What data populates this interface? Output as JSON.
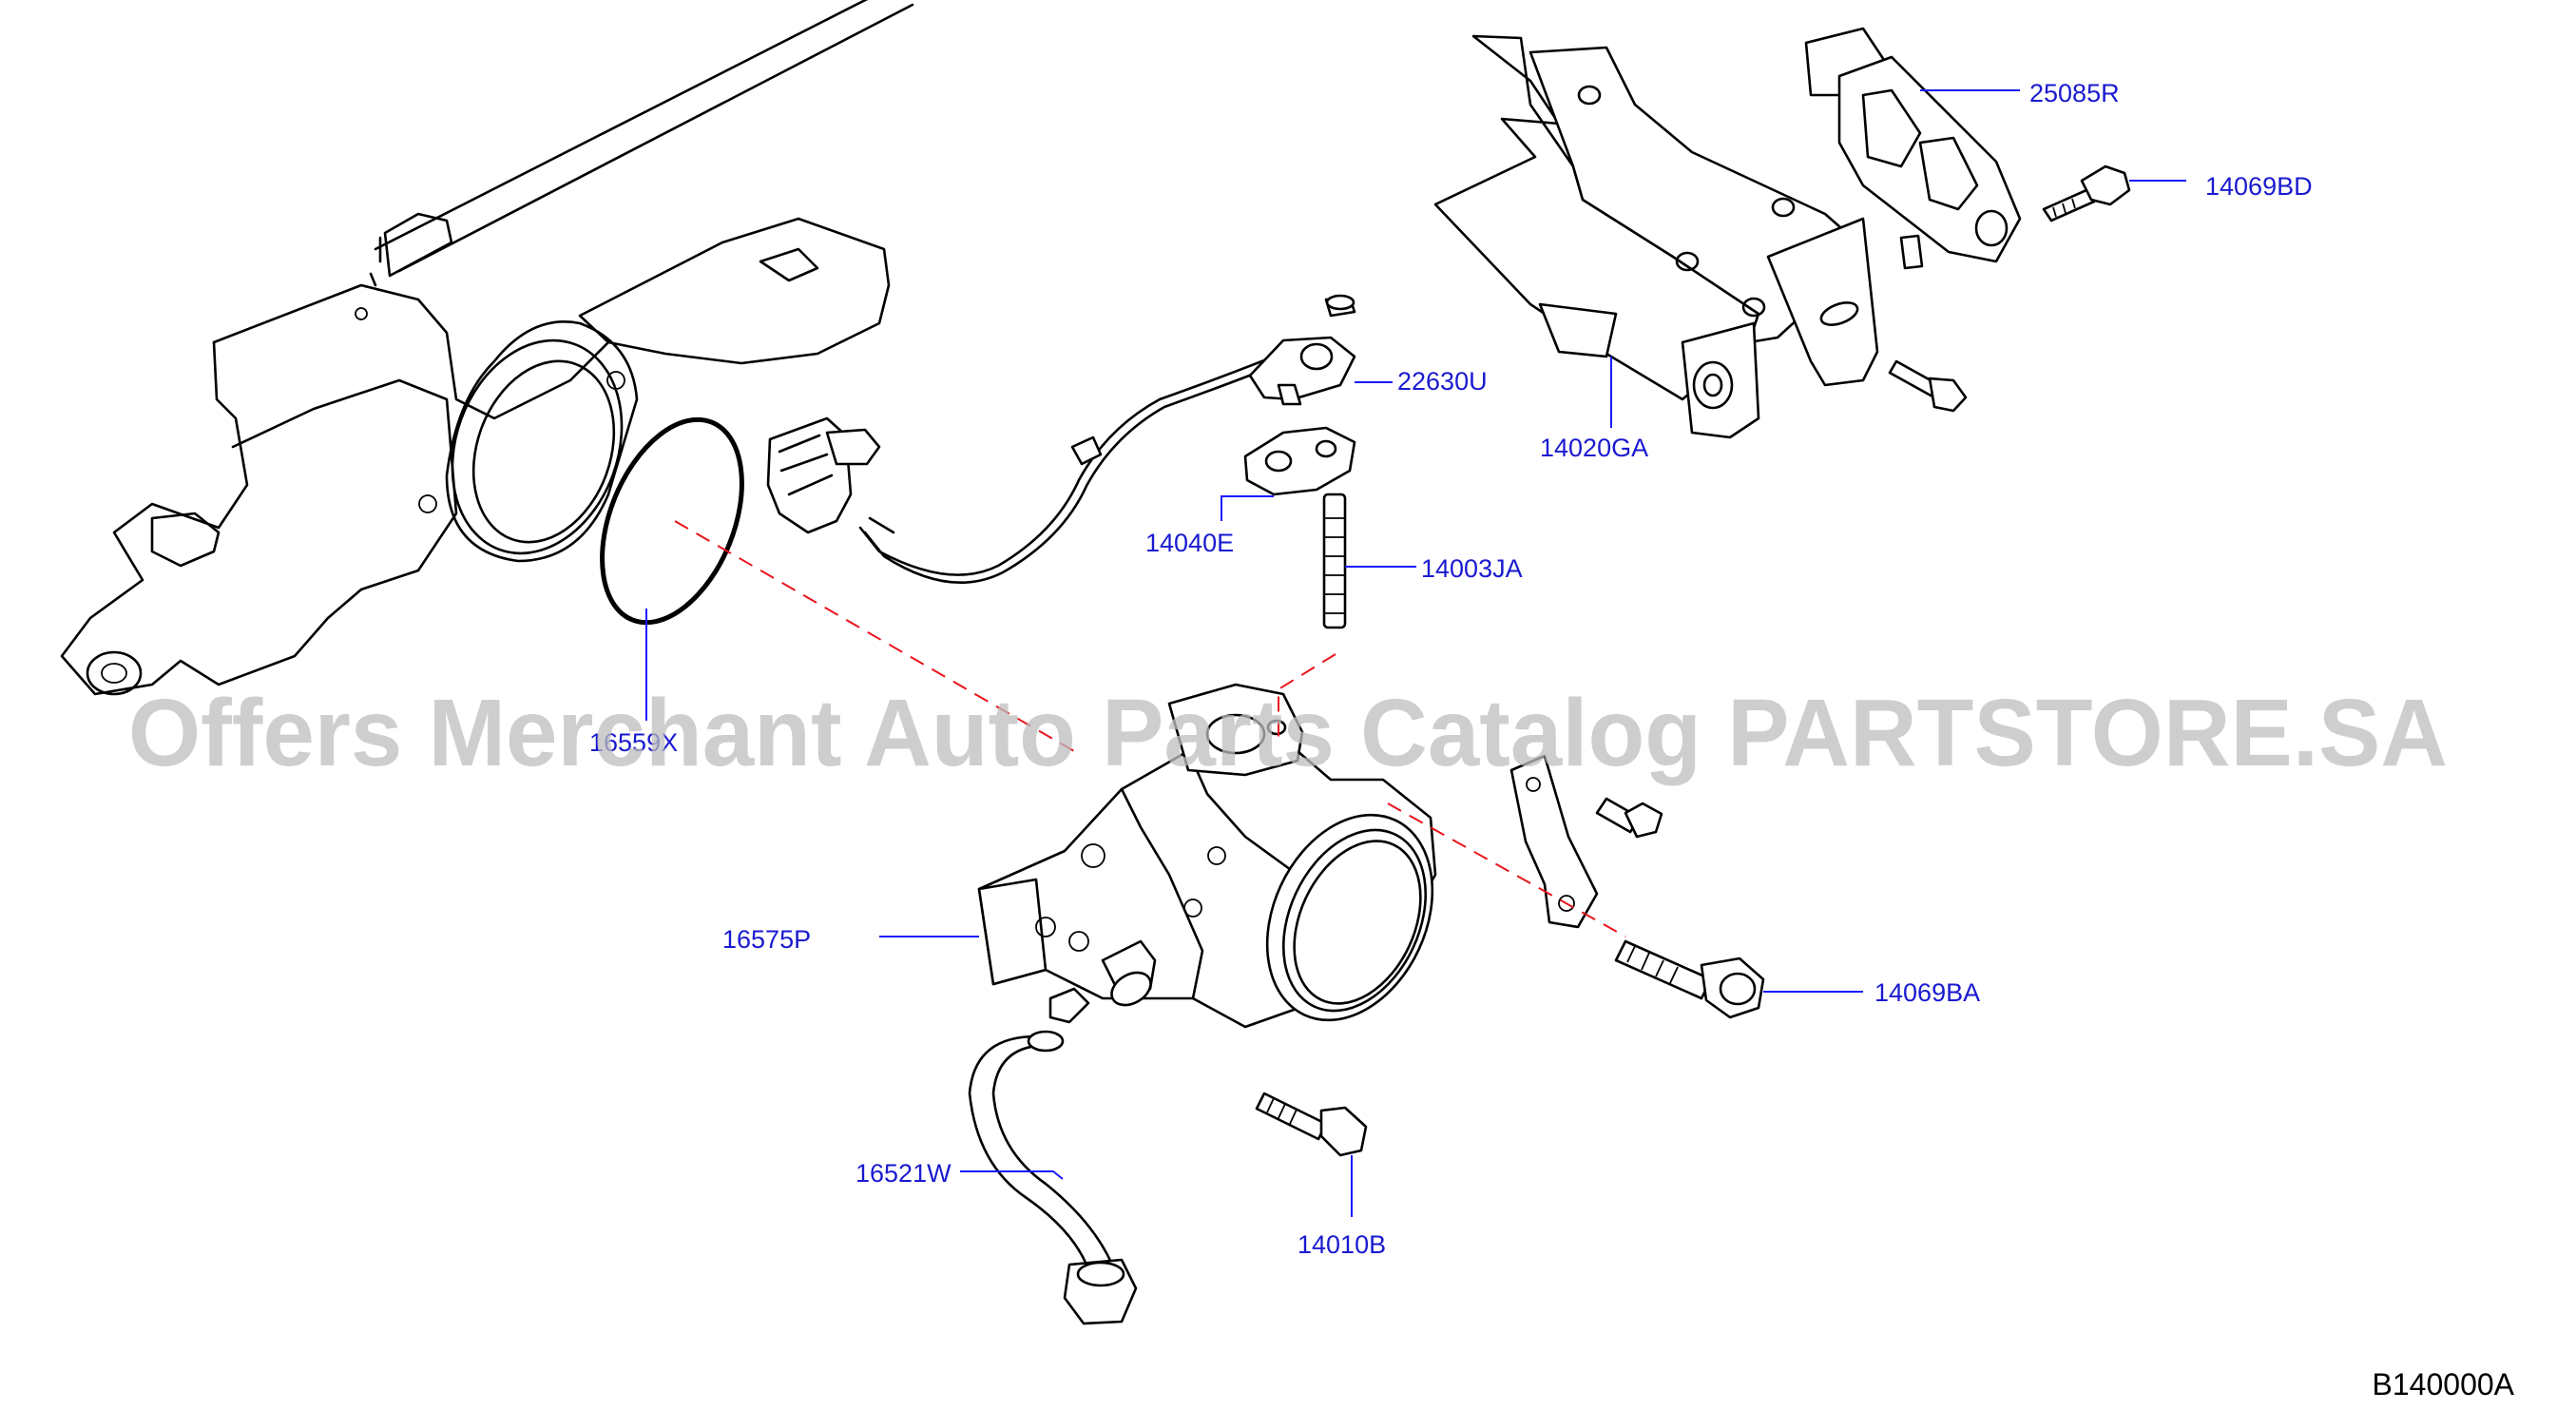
{
  "callouts": {
    "p25085R": "25085R",
    "p14069BD": "14069BD",
    "p22630U": "22630U",
    "p14020GA": "14020GA",
    "p14040E": "14040E",
    "p14003JA": "14003JA",
    "p16559X": "16559X",
    "p16575P": "16575P",
    "p14069BA": "14069BA",
    "p16521W": "16521W",
    "p14010B": "14010B"
  },
  "diagram_code": "B140000A",
  "watermark": "Offers Merchant Auto Parts Catalog PARTSTORE.SA",
  "colors": {
    "callout_text": "#1a1ad0",
    "leader_line": "#1a1aff",
    "dash_line": "#e8141c",
    "watermark": "#bdbdbd"
  }
}
